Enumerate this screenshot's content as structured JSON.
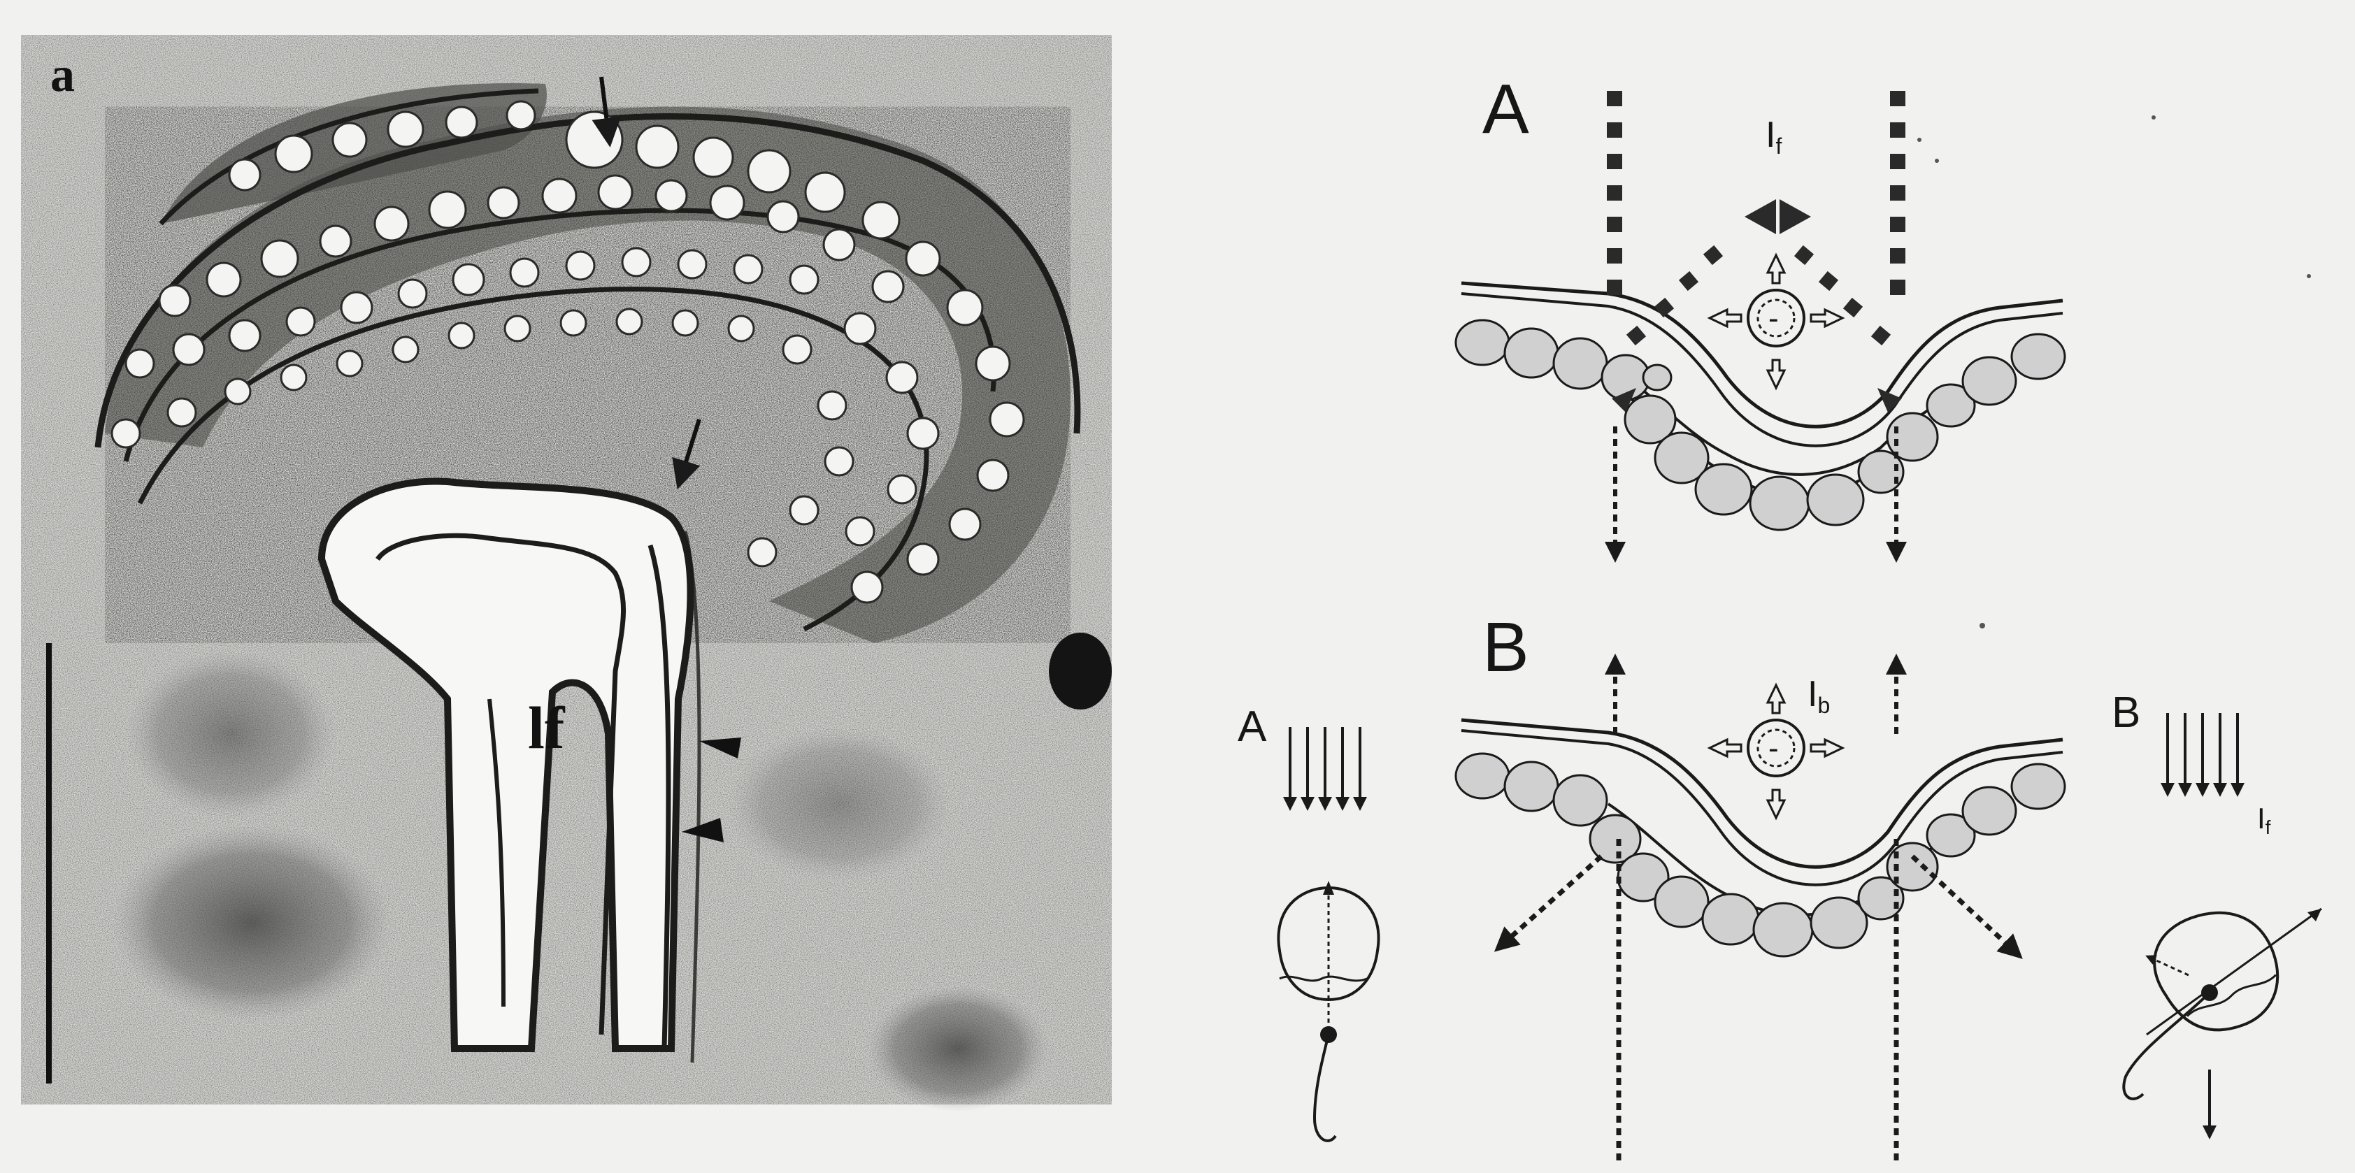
{
  "figure": {
    "micrograph": {
      "panel_label": "a",
      "structure_label": "lf"
    },
    "diagram": {
      "panel_A_label": "A",
      "panel_B_label": "B",
      "current_A_label": "I",
      "current_A_subscript": "f",
      "current_B_label": "I",
      "current_B_subscript": "b",
      "cell_A_label": "A",
      "cell_B_label": "B",
      "cell_B_current_label": "I",
      "cell_B_current_subscript": "f",
      "center_charge": "-"
    },
    "colors": {
      "ink": "#1a1a1a",
      "cell_fill": "#cfcfcf",
      "paper": "#f1f1ef"
    }
  }
}
